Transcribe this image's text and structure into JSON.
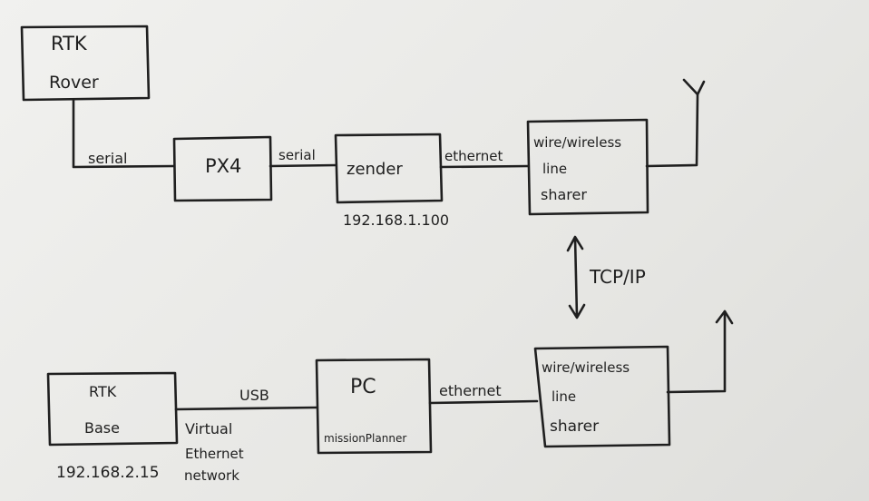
{
  "nodes": {
    "rtk_rover": {
      "line1": "RTK",
      "line2": "Rover"
    },
    "px4": {
      "label": "PX4"
    },
    "zender": {
      "label": "zender",
      "ip": "192.168.1.100"
    },
    "sharer_top": {
      "line1": "wire/wireless",
      "line2": "line",
      "line3": "sharer"
    },
    "rtk_base": {
      "line1": "RTK",
      "line2": "Base",
      "ip": "192.168.2.15"
    },
    "pc": {
      "line1": "PC",
      "line2": "missionPlanner"
    },
    "sharer_bottom": {
      "line1": "wire/wireless",
      "line2": "line",
      "line3": "sharer"
    }
  },
  "links": {
    "rover_px4": "serial",
    "px4_zender": "serial",
    "zender_sharer": "ethernet",
    "sharers": "TCP/IP",
    "base_pc": "USB",
    "virtual_line1": "Virtual",
    "virtual_line2": "Ethernet",
    "virtual_line3": "network",
    "pc_sharer": "ethernet"
  },
  "colors": {
    "ink": "#1f1f1f",
    "paper": "#ececea"
  },
  "icons": {
    "antenna_top": "antenna-y-icon",
    "antenna_bottom": "antenna-arrow-icon"
  }
}
